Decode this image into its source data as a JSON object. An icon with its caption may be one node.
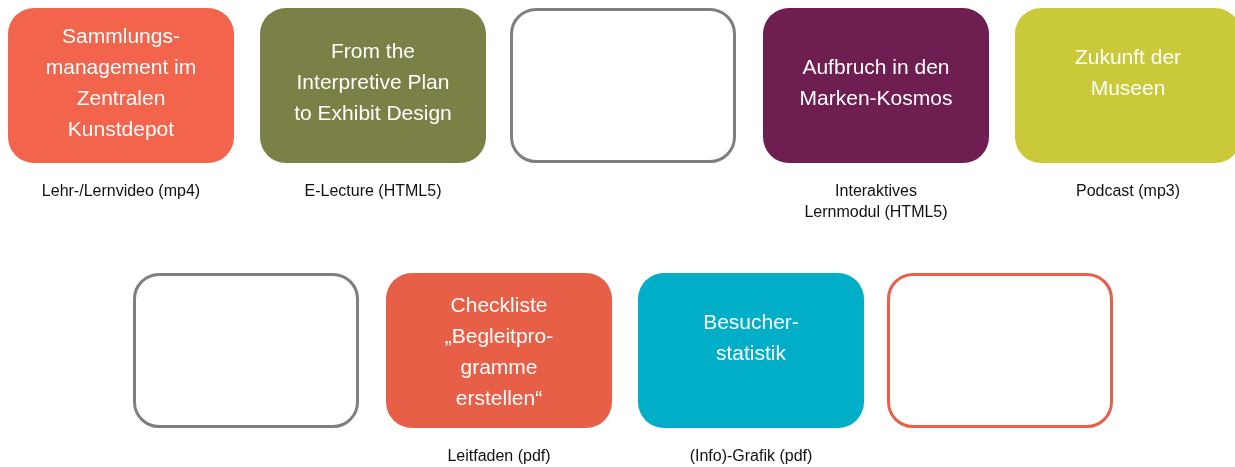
{
  "diagram": {
    "nodes": [
      {
        "text": [
          "Sammlungs- management im Zentralen Kunstdepot"
        ],
        "beside": [
          "Lehr-/Lernvideo (mp4)"
        ]
      },
      {
        "text": [
          "From the Interpretive Plan to Exhibit Design"
        ],
        "beside": [
          "E-Lecture (HTML5)"
        ]
      },
      {
        "text": [],
        "shape": "box"
      },
      {
        "text": [
          "Aufbruch in den Marken-Kosmos"
        ],
        "beside": [
          "Interaktives Lernmodul (HTML5)"
        ]
      },
      {
        "text": [
          "Zukunft der Museen"
        ],
        "beside": [
          "Podcast (mp3)"
        ]
      },
      {
        "text": [],
        "shape": "box"
      },
      {
        "text": [
          "Checkliste „Begleitpro- gramme erstellen“"
        ],
        "beside": [
          "Leitfaden (pdf)"
        ]
      },
      {
        "text": [
          "Besucher- statistik"
        ],
        "beside": [
          "(Info)-Grafik (pdf)"
        ]
      },
      {
        "text": [],
        "shape": "box"
      }
    ]
  }
}
